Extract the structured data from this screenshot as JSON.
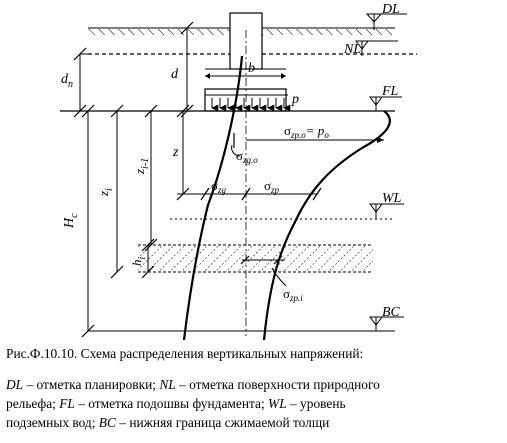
{
  "levels": {
    "dl": "DL",
    "nl": "NL",
    "fl": "FL",
    "wl": "WL",
    "bc": "BC"
  },
  "dimensions": {
    "dn": "d",
    "dn_sub": "n",
    "d": "d",
    "b": "b",
    "p": "p",
    "z": "z",
    "zi": "z",
    "zi_sub": "i",
    "zi1": "z",
    "zi1_sub": "i-1",
    "hc": "H",
    "hc_sub": "c",
    "hi": "h",
    "hi_sub": "i"
  },
  "stress_labels": {
    "szp0_main": "σ",
    "szp0_sub": "zp.o",
    "szp0_eq": "= p",
    "szp0_eq_sub": "o",
    "szg0_main": "σ",
    "szg0_sub": "zg.o",
    "szg_main": "σ",
    "szg_sub": "zg",
    "szp_main": "σ",
    "szp_sub": "zp",
    "szpi_main": "σ",
    "szpi_sub": "zp.i"
  },
  "caption": {
    "title": "Рис.Ф.10.10. Схема распределения вертикальных напряжений:",
    "legend_1_abbr": "DL",
    "legend_1_text": " – отметка планировки; ",
    "legend_2_abbr": "NL",
    "legend_2_text": " – отметка поверхности природного",
    "legend_3_text": "рельефа; ",
    "legend_3_abbr": "FL",
    "legend_3_rest": " – отметка подошвы фундамента; ",
    "legend_4_abbr": "WL",
    "legend_4_text": " – уровень",
    "legend_5_text": "подземных вод; ",
    "legend_5_abbr": "BC",
    "legend_5_rest": " – нижняя граница сжимаемой толщи"
  }
}
